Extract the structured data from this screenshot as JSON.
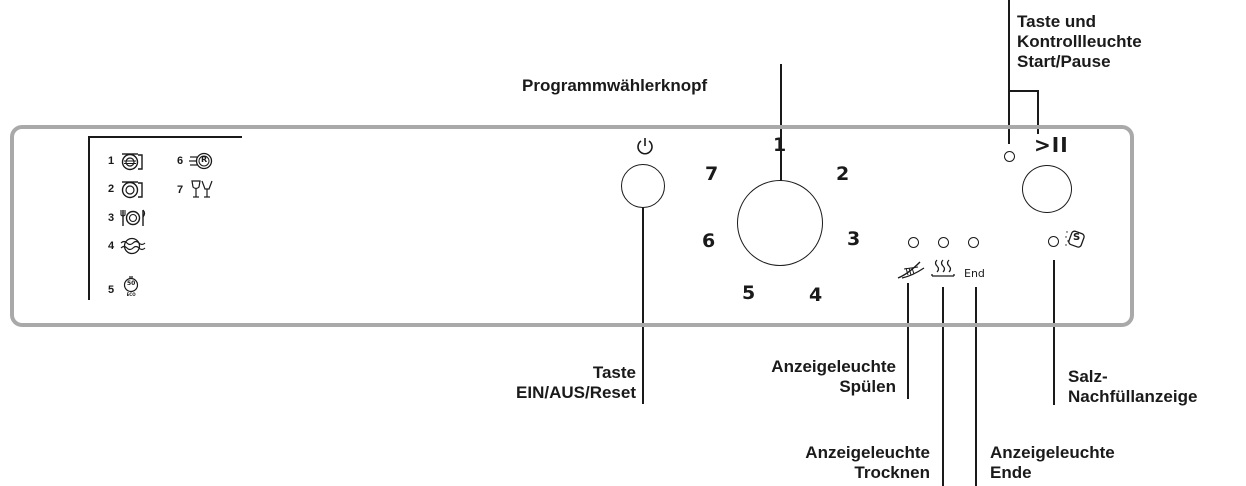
{
  "labels": {
    "start_pause": [
      "Taste und",
      "Kontrollleuchte",
      "Start/Pause"
    ],
    "program_knob": "Programmwählerknopf",
    "power_button": [
      "Taste",
      "EIN/AUS/Reset"
    ],
    "wash_indicator": [
      "Anzeigeleuchte",
      "Spülen"
    ],
    "dry_indicator": [
      "Anzeigeleuchte",
      "Trocknen"
    ],
    "end_indicator": [
      "Anzeigeleuchte",
      "Ende"
    ],
    "salt_indicator": [
      "Salz-",
      "Nachfüllanzeige"
    ]
  },
  "dial_numbers": [
    "1",
    "2",
    "3",
    "4",
    "5",
    "6",
    "7"
  ],
  "programs": [
    {
      "number": "1",
      "icon": "pot-intensive-icon"
    },
    {
      "number": "2",
      "icon": "pot-normal-icon"
    },
    {
      "number": "3",
      "icon": "cutlery-plate-icon"
    },
    {
      "number": "4",
      "icon": "rinse-waves-icon"
    },
    {
      "number": "5",
      "icon": "eco-50-icon",
      "badge": "50",
      "badge_sub": "ECO"
    },
    {
      "number": "6",
      "icon": "rapid-wash-icon",
      "badge": "R"
    },
    {
      "number": "7",
      "icon": "glass-icon"
    }
  ],
  "panel": {
    "start_pause_symbol": ">II",
    "end_text": "End",
    "salt_symbol": "S"
  },
  "colors": {
    "panel_border": "#a9a9a9",
    "ink": "#1a1a1a"
  }
}
